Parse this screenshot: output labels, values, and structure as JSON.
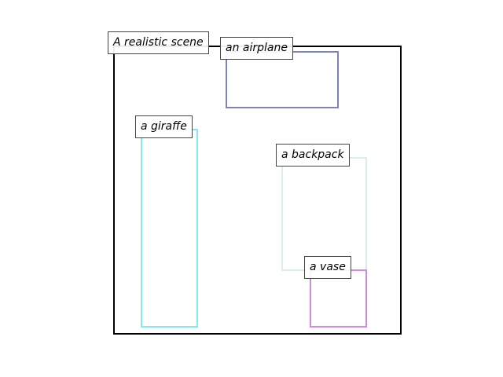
{
  "scene": {
    "label": "A realistic scene"
  },
  "objects": [
    {
      "key": "airplane",
      "label": "an airplane",
      "color": "#7b82bd"
    },
    {
      "key": "giraffe",
      "label": "a giraffe",
      "color": "#85e8ee"
    },
    {
      "key": "backpack",
      "label": "a backpack",
      "color": "#dceeec"
    },
    {
      "key": "vase",
      "label": "a vase",
      "color": "#c98ddc"
    }
  ]
}
